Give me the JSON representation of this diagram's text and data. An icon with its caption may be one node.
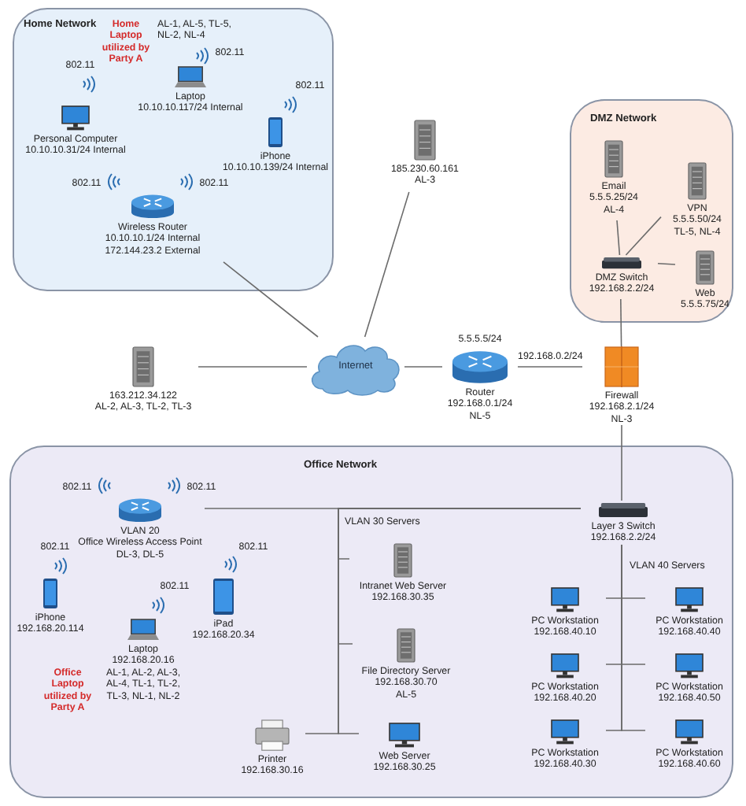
{
  "diagram": {
    "nodes": [
      {
        "text": [
          "Home Network"
        ]
      },
      {
        "text": [
          "Personal Computer",
          "10.10.10.31/24 Internal"
        ],
        "in": 0,
        "beside": [
          "802.11"
        ]
      },
      {
        "text": [
          "Laptop",
          "10.10.10.117/24 Internal"
        ],
        "in": 0,
        "beside": [
          "Home Laptop utilized by Party A",
          "AL-1, AL-5, TL-5, NL-2, NL-4",
          "802.11"
        ]
      },
      {
        "text": [
          "iPhone",
          "10.10.10.139/24 Internal"
        ],
        "in": 0,
        "beside": [
          "802.11"
        ]
      },
      {
        "text": [
          "Wireless Router",
          "10.10.10.1/24 Internal 172.144.23.2 External"
        ],
        "in": 0,
        "beside": [
          "802.11",
          "802.11"
        ]
      },
      {
        "text": [
          "185.230.60.161",
          "AL-3"
        ]
      },
      {
        "text": [
          "DMZ Network"
        ]
      },
      {
        "text": [
          "Email",
          "5.5.5.25/24",
          "AL-4"
        ],
        "in": 6
      },
      {
        "text": [
          "VPN",
          "5.5.5.50/24",
          "TL-5, NL-4"
        ],
        "in": 6
      },
      {
        "text": [
          "DMZ Switch",
          "192.168.2.2/24"
        ],
        "in": 6
      },
      {
        "text": [
          "Web",
          "5.5.5.75/24"
        ],
        "in": 6
      },
      {
        "text": [
          "Internet"
        ]
      },
      {
        "text": [
          "163.212.34.122",
          "AL-2, AL-3, TL-2, TL-3"
        ]
      },
      {
        "text": [
          "Router",
          "192.168.0.1/24",
          "NL-5"
        ],
        "beside": [
          "5.5.5.5/24"
        ]
      },
      {
        "text": [
          "Firewall",
          "192.168.2.1/24",
          "NL-3"
        ]
      },
      {
        "text": [
          "Office Network"
        ]
      },
      {
        "text": [
          "VLAN 20",
          "Office Wireless Access Point",
          "DL-3, DL-5"
        ],
        "in": 15,
        "beside": [
          "802.11",
          "802.11"
        ]
      },
      {
        "text": [
          "iPhone",
          "192.168.20.114"
        ],
        "in": 15,
        "beside": [
          "802.11"
        ]
      },
      {
        "text": [
          "Laptop",
          "192.168.20.16",
          "AL-1, AL-2, AL-3, AL-4, TL-1, TL-2, TL-3, NL-1, NL-2"
        ],
        "in": 15,
        "beside": [
          "802.11"
        ]
      },
      {
        "text": [
          "iPad",
          "192.168.20.34"
        ],
        "in": 15,
        "beside": [
          "802.11"
        ]
      },
      {
        "text": [
          "Layer 3 Switch",
          "192.168.2.2/24"
        ],
        "in": 15
      },
      {
        "text": [
          "Intranet Web Server",
          "192.168.30.35"
        ],
        "in": 15
      },
      {
        "text": [
          "File Directory Server",
          "192.168.30.70",
          "AL-5"
        ],
        "in": 15
      },
      {
        "text": [
          "Printer",
          "192.168.30.16"
        ],
        "in": 15
      },
      {
        "text": [
          "Web Server",
          "192.168.30.25"
        ],
        "in": 15
      },
      {
        "text": [
          "PC Workstation",
          "192.168.40.10"
        ],
        "in": 15
      },
      {
        "text": [
          "PC Workstation",
          "192.168.40.40"
        ],
        "in": 15
      },
      {
        "text": [
          "PC Workstation",
          "192.168.40.20"
        ],
        "in": 15
      },
      {
        "text": [
          "PC Workstation",
          "192.168.40.50"
        ],
        "in": 15
      },
      {
        "text": [
          "PC Workstation",
          "192.168.40.30"
        ],
        "in": 15
      },
      {
        "text": [
          "PC Workstation",
          "192.168.40.60"
        ],
        "in": 15
      }
    ],
    "edges": [
      {
        "from": 4,
        "to": 11,
        "arrow": "none"
      },
      {
        "from": 5,
        "to": 11,
        "arrow": "none"
      },
      {
        "from": 12,
        "to": 11,
        "arrow": "none"
      },
      {
        "from": 11,
        "to": 13,
        "arrow": "none"
      },
      {
        "from": 13,
        "to": 14,
        "arrow": "none",
        "label": "192.168.0.2/24"
      },
      {
        "from": 14,
        "to": 9,
        "arrow": "none"
      },
      {
        "from": 9,
        "to": 7,
        "arrow": "none"
      },
      {
        "from": 9,
        "to": 8,
        "arrow": "none"
      },
      {
        "from": 9,
        "to": 10,
        "arrow": "none"
      },
      {
        "from": 14,
        "to": 20,
        "arrow": "none"
      },
      {
        "from": 20,
        "to": 16,
        "arrow": "none"
      },
      {
        "from": 20,
        "to": 21,
        "arrow": "none"
      },
      {
        "from": 20,
        "to": 22,
        "arrow": "none"
      },
      {
        "from": 20,
        "to": 23,
        "arrow": "none"
      },
      {
        "from": 20,
        "to": 24,
        "arrow": "none"
      },
      {
        "from": 20,
        "to": 25,
        "arrow": "none"
      },
      {
        "from": 20,
        "to": 26,
        "arrow": "none"
      },
      {
        "from": 20,
        "to": 27,
        "arrow": "none"
      },
      {
        "from": 20,
        "to": 28,
        "arrow": "none"
      },
      {
        "from": 20,
        "to": 29,
        "arrow": "none"
      },
      {
        "from": 20,
        "to": 30,
        "arrow": "none"
      }
    ],
    "labels": [
      "VLAN 30 Servers",
      "VLAN 40 Servers",
      "Office Laptop utilized by Party A"
    ]
  }
}
